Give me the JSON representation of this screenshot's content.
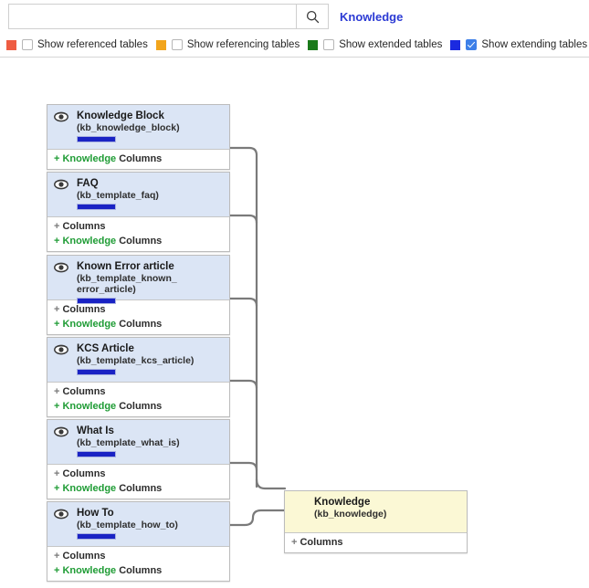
{
  "toolbar": {
    "search": {
      "value": "",
      "placeholder": "",
      "icon": "search-icon"
    },
    "breadcrumb_link": "Knowledge"
  },
  "legend": {
    "items": [
      {
        "label": "Show referenced tables",
        "color": "#ee5c42",
        "checked": false
      },
      {
        "label": "Show referencing tables",
        "color": "#f2a51c",
        "checked": false
      },
      {
        "label": "Show extended tables",
        "color": "#1a7a1a",
        "checked": false
      },
      {
        "label": "Show extending tables",
        "color": "#1b2ae0",
        "checked": true
      }
    ]
  },
  "diagram": {
    "entities": [
      {
        "name": "Knowledge Block",
        "table": "(kb_knowledge_block)",
        "icon": "eye-icon",
        "theme": "blue",
        "rows": [
          {
            "plus": "+",
            "highlight": "Knowledge",
            "label": "Columns"
          }
        ]
      },
      {
        "name": "FAQ",
        "table": "(kb_template_faq)",
        "icon": "eye-icon",
        "theme": "blue",
        "rows": [
          {
            "plus": "+",
            "highlight": "",
            "label": "Columns"
          },
          {
            "plus": "+",
            "highlight": "Knowledge",
            "label": "Columns"
          }
        ]
      },
      {
        "name": "Known Error article",
        "table": "(kb_template_known_error_article)",
        "icon": "eye-icon",
        "theme": "blue",
        "rows": [
          {
            "plus": "+",
            "highlight": "",
            "label": "Columns"
          },
          {
            "plus": "+",
            "highlight": "Knowledge",
            "label": "Columns"
          }
        ]
      },
      {
        "name": "KCS Article",
        "table": "(kb_template_kcs_article)",
        "icon": "eye-icon",
        "theme": "blue",
        "rows": [
          {
            "plus": "+",
            "highlight": "",
            "label": "Columns"
          },
          {
            "plus": "+",
            "highlight": "Knowledge",
            "label": "Columns"
          }
        ]
      },
      {
        "name": "What Is",
        "table": "(kb_template_what_is)",
        "icon": "eye-icon",
        "theme": "blue",
        "rows": [
          {
            "plus": "+",
            "highlight": "",
            "label": "Columns"
          },
          {
            "plus": "+",
            "highlight": "Knowledge",
            "label": "Columns"
          }
        ]
      },
      {
        "name": "How To",
        "table": "(kb_template_how_to)",
        "icon": "eye-icon",
        "theme": "blue",
        "rows": [
          {
            "plus": "+",
            "highlight": "",
            "label": "Columns"
          },
          {
            "plus": "+",
            "highlight": "Knowledge",
            "label": "Columns"
          }
        ]
      },
      {
        "name": "Knowledge",
        "table": "(kb_knowledge)",
        "icon": "",
        "theme": "yellow",
        "rows": [
          {
            "plus": "+",
            "highlight": "",
            "label": "Columns"
          }
        ]
      }
    ]
  }
}
